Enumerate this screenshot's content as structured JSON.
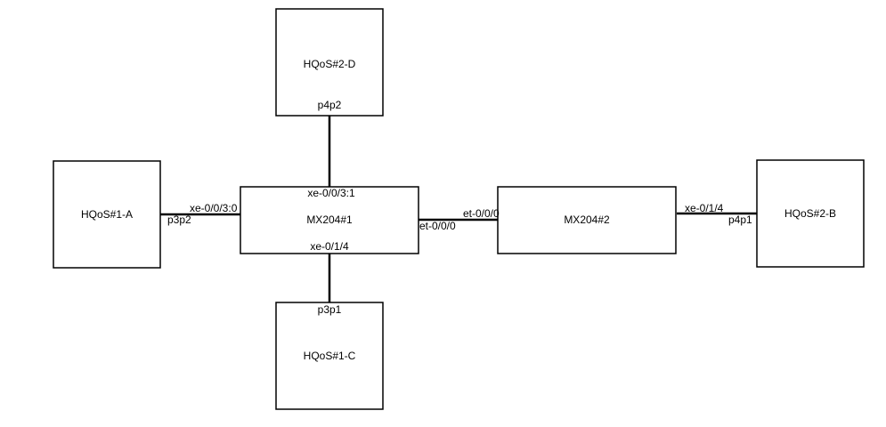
{
  "diagram": {
    "nodes": {
      "hqos1a": {
        "label": "HQoS#1-A"
      },
      "hqos2d": {
        "label": "HQoS#2-D"
      },
      "hqos1c": {
        "label": "HQoS#1-C"
      },
      "hqos2b": {
        "label": "HQoS#2-B"
      },
      "mx1": {
        "label": "MX204#1"
      },
      "mx2": {
        "label": "MX204#2"
      }
    },
    "ports": {
      "hqos1a_port": "p3p2",
      "mx1_west": "xe-0/0/3:0",
      "hqos2d_port": "p4p2",
      "mx1_north": "xe-0/0/3:1",
      "mx1_south": "xe-0/1/4",
      "hqos1c_port": "p3p1",
      "mx1_east": "et-0/0/0",
      "mx2_west": "et-0/0/0",
      "mx2_east": "xe-0/1/4",
      "hqos2b_port": "p4p1"
    },
    "colors": {
      "stroke": "#000000",
      "fill": "#ffffff",
      "background": "#ffffff"
    }
  }
}
